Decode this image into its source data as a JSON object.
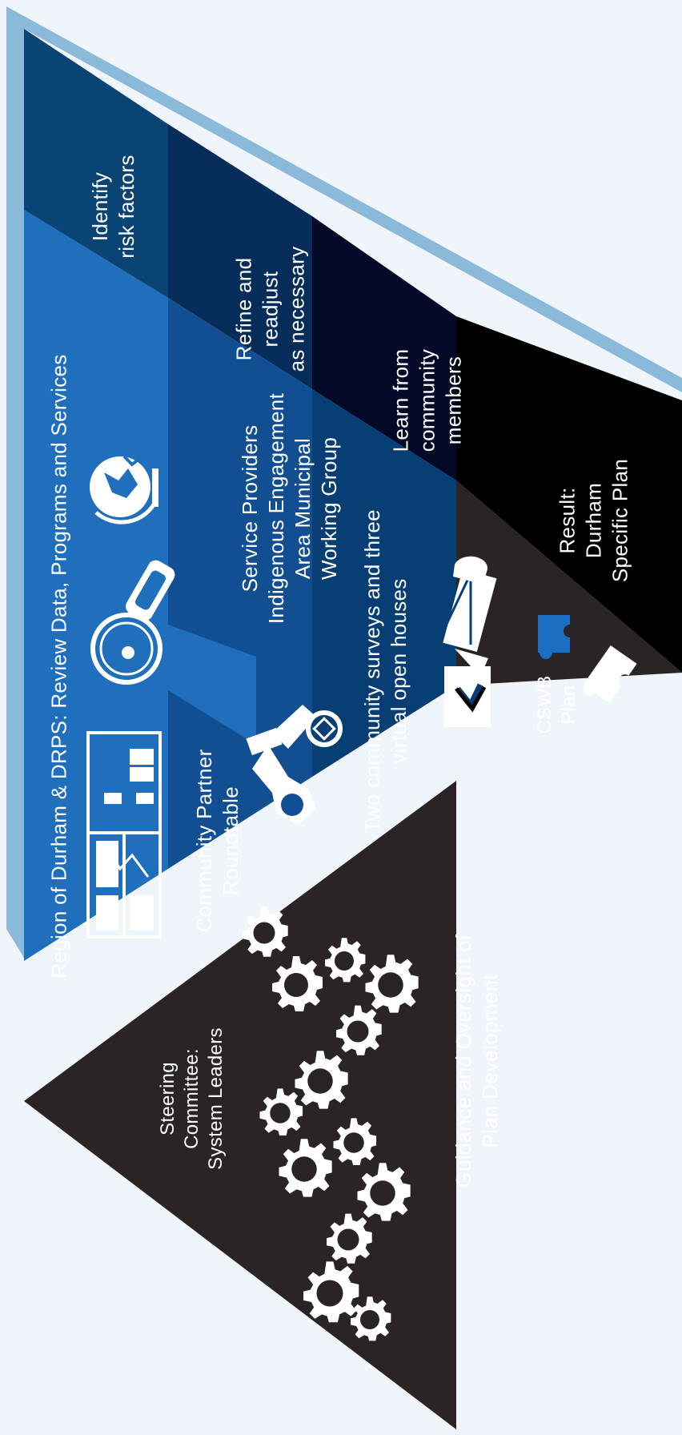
{
  "diagram": {
    "top_band": {
      "title": "Region of Durham & DRPS: Review Data, Programs and Services",
      "side_label": [
        "Identify",
        "risk factors"
      ]
    },
    "community_band": {
      "left_label": [
        "Community Partner",
        "Roundtable"
      ],
      "center_label": [
        "Service Providers",
        "Indigenous Engagement",
        "Area Municipal",
        "Working Group"
      ],
      "right_label": [
        "Refine and",
        "readjust",
        "as necessary"
      ]
    },
    "engagement_band": {
      "left_label": [
        "Two community surveys and three",
        "virtual open houses"
      ],
      "right_label": [
        "Learn from",
        "community",
        "members"
      ]
    },
    "result_band": {
      "puzzle_label": [
        "CSWB",
        "Plan"
      ],
      "result_label": [
        "Result:",
        "Durham",
        "Specific Plan"
      ]
    },
    "steering": {
      "label": [
        "Steering",
        "Committee:",
        "System Leaders"
      ],
      "sub_label": [
        "Guidance and Oversight of",
        "Plan Development"
      ]
    },
    "colors": {
      "page_background": "#f0f5fc",
      "frame_light_blue": "#8ab9d9",
      "band_1_blue": "#1f6fbc",
      "band_1_dark": "#0a4475",
      "band_2_blue": "#124f92",
      "band_2_dark": "#062d5a",
      "band_3_blue": "#073e74",
      "band_3_dark": "#030926",
      "band_4_dark": "#2b2424",
      "band_4_black": "#000000",
      "steering_dark": "#2b2424",
      "accent_blue": "#1c6ec3"
    }
  }
}
